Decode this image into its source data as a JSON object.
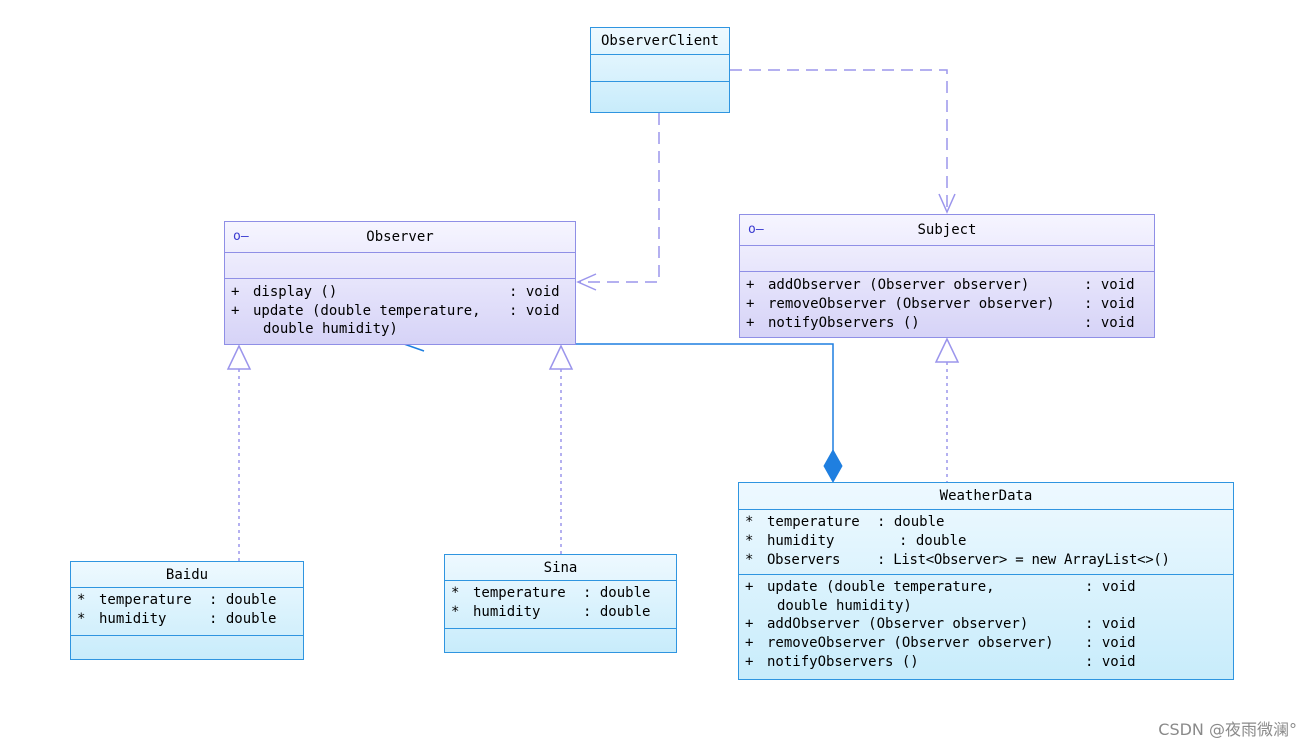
{
  "classes": {
    "observer_client": {
      "name": "ObserverClient"
    },
    "observer": {
      "name": "Observer",
      "interface_icon": "interface-icon",
      "methods": [
        {
          "vis": "+",
          "name": "display ()",
          "type": ": void"
        },
        {
          "vis": "+",
          "name": "update (double temperature,",
          "type": ": void",
          "cont": "double humidity)"
        }
      ]
    },
    "subject": {
      "name": "Subject",
      "interface_icon": "interface-icon",
      "methods": [
        {
          "vis": "+",
          "name": "addObserver (Observer observer)",
          "type": ": void"
        },
        {
          "vis": "+",
          "name": "removeObserver (Observer observer)",
          "type": ": void"
        },
        {
          "vis": "+",
          "name": "notifyObservers ()",
          "type": ": void"
        }
      ]
    },
    "baidu": {
      "name": "Baidu",
      "attrs": [
        {
          "vis": "*",
          "name": "temperature",
          "type": ": double"
        },
        {
          "vis": "*",
          "name": "humidity",
          "type": ": double"
        }
      ]
    },
    "sina": {
      "name": "Sina",
      "attrs": [
        {
          "vis": "*",
          "name": "temperature",
          "type": ": double"
        },
        {
          "vis": "*",
          "name": "humidity",
          "type": ": double"
        }
      ]
    },
    "weather_data": {
      "name": "WeatherData",
      "attrs": [
        {
          "vis": "*",
          "name": "temperature",
          "type": ": double"
        },
        {
          "vis": "*",
          "name": "humidity",
          "type": ": double"
        },
        {
          "vis": "*",
          "name": "Observers",
          "type": ": List<Observer> = new ArrayList<>()"
        }
      ],
      "methods": [
        {
          "vis": "+",
          "name": "update (double temperature,",
          "type": ": void",
          "cont": "double humidity)"
        },
        {
          "vis": "+",
          "name": "addObserver (Observer observer)",
          "type": ": void"
        },
        {
          "vis": "+",
          "name": "removeObserver (Observer observer)",
          "type": ": void"
        },
        {
          "vis": "+",
          "name": "notifyObservers ()",
          "type": ": void"
        }
      ]
    }
  },
  "colors": {
    "dependency": "#9b95ec",
    "realization": "#9b95ec",
    "composition": "#1f7fe0"
  },
  "watermark": "CSDN @夜雨微澜°"
}
